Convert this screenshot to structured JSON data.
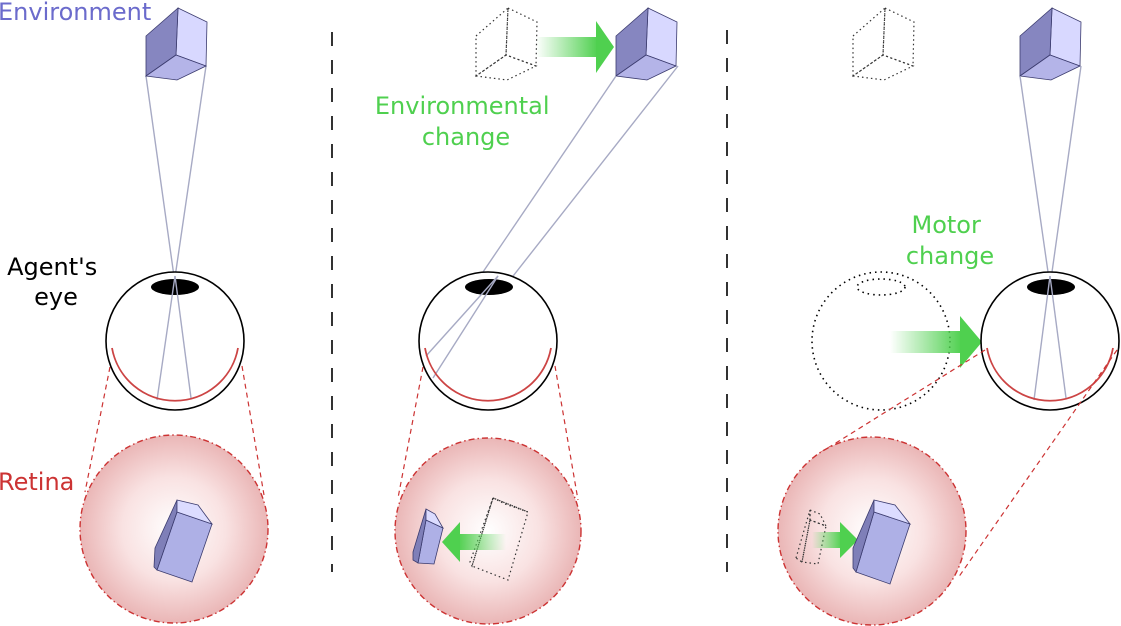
{
  "labels": {
    "environment": "Environment",
    "agents_eye_line1": "Agent's",
    "agents_eye_line2": "eye",
    "retina": "Retina",
    "environmental_change_line1": "Environmental",
    "environmental_change_line2": "change",
    "motor_change_line1": "Motor",
    "motor_change_line2": "change"
  },
  "colors": {
    "environment_label": "#6b6bcc",
    "change_label": "#4fd04f",
    "retina_label": "#cc3333",
    "ray": "#a7aac4",
    "arrow_green": "#4fd04f"
  },
  "icons": {
    "eye": "eye-icon",
    "object": "cube-icon",
    "arrow": "arrow-right-icon"
  }
}
